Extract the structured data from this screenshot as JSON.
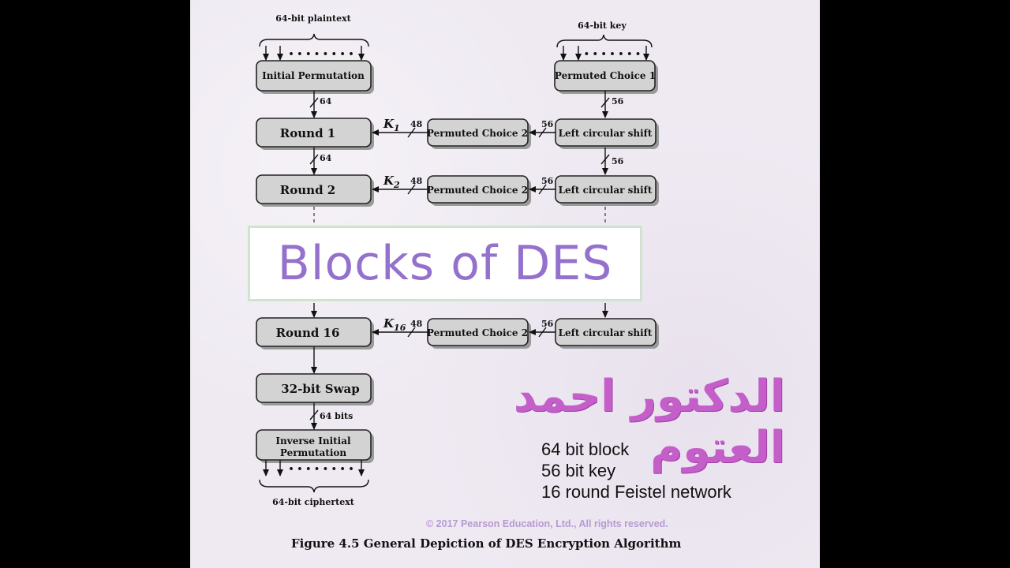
{
  "diagram": {
    "input_label": "64-bit plaintext",
    "key_label": "64-bit key",
    "output_label": "64-bit ciphertext",
    "initial_permutation": "Initial Permutation",
    "permuted_choice_1": "Permuted Choice 1",
    "rounds": [
      {
        "round": "Round 1",
        "key": "K",
        "key_sub": "1",
        "pc2": "Permuted Choice 2",
        "shift": "Left circular shift"
      },
      {
        "round": "Round 2",
        "key": "K",
        "key_sub": "2",
        "pc2": "Permuted Choice 2",
        "shift": "Left circular shift"
      },
      {
        "round": "Round 16",
        "key": "K",
        "key_sub": "16",
        "pc2": "Permuted Choice 2",
        "shift": "Left circular shift"
      }
    ],
    "swap": "32-bit Swap",
    "inverse_ip_line1": "Inverse Initial",
    "inverse_ip_line2": "Permutation",
    "bits": {
      "b64": "64",
      "b56": "56",
      "b48": "48",
      "b64bits": "64 bits"
    }
  },
  "title": "Blocks of DES",
  "author_arabic": "الدكتور احمد العتوم",
  "notes": [
    "64 bit block",
    "56 bit key",
    "16 round Feistel network"
  ],
  "copyright": "© 2017 Pearson Education, Ltd., All rights reserved.",
  "caption": "Figure 4.5  General Depiction of DES Encryption Algorithm"
}
